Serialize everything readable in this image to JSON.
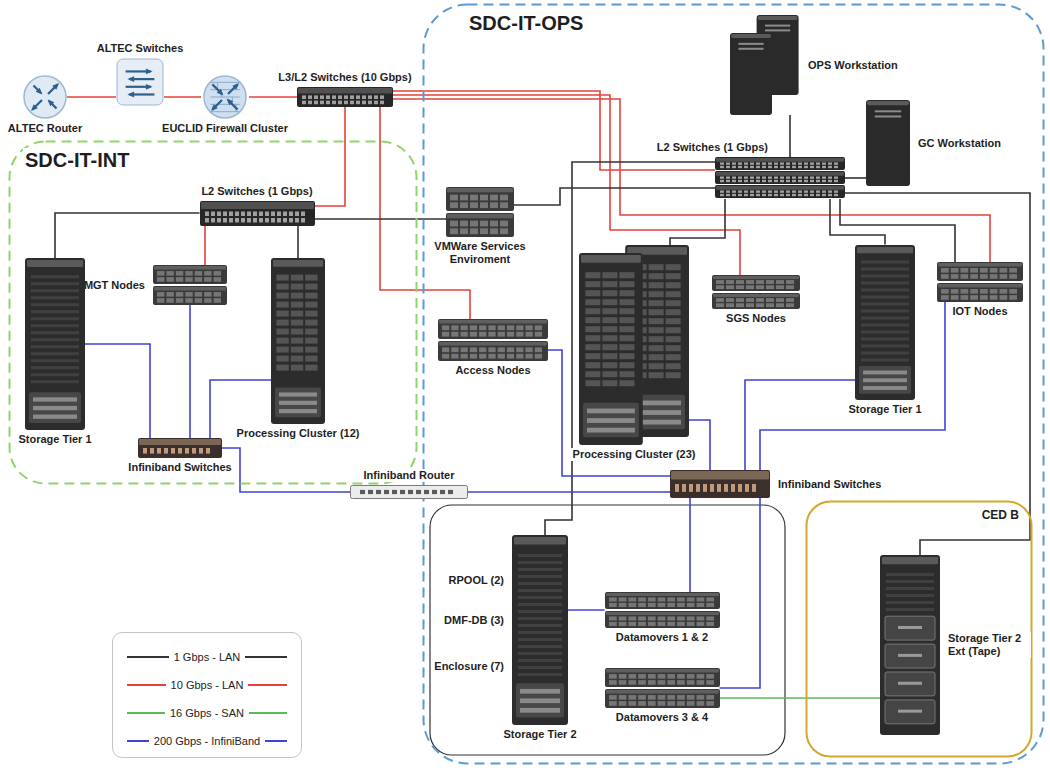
{
  "diagram": {
    "nodes": [
      {
        "text": [
          "ALTEC Router"
        ]
      },
      {
        "text": [
          "ALTEC Switches"
        ]
      },
      {
        "text": [
          "EUCLID Firewall Cluster"
        ]
      },
      {
        "text": [
          "L3/L2 Switches (10 Gbps)"
        ]
      },
      {
        "text": [
          "SDC-IT-OPS"
        ]
      },
      {
        "text": [
          "OPS Workstation"
        ],
        "in": 4
      },
      {
        "text": [
          "GC Workstation"
        ],
        "in": 4
      },
      {
        "text": [
          "L2 Switches (1 Gbps)"
        ],
        "in": 4
      },
      {
        "text": [
          "VMWare Services Enviroment"
        ],
        "in": 4
      },
      {
        "text": [
          "SDC-IT-INT"
        ]
      },
      {
        "text": [
          "L2 Switches (1 Gbps)"
        ],
        "in": 9
      },
      {
        "text": [
          "MGT Nodes"
        ],
        "in": 9
      },
      {
        "text": [
          "Storage Tier 1"
        ],
        "in": 9
      },
      {
        "text": [
          "Processing Cluster (12)"
        ],
        "in": 9
      },
      {
        "text": [
          "Infiniband Switches"
        ],
        "in": 9
      },
      {
        "text": [
          "Access Nodes"
        ],
        "in": 4
      },
      {
        "text": [
          "Processing Cluster (23)"
        ],
        "in": 4
      },
      {
        "text": [
          "SGS Nodes"
        ],
        "in": 4
      },
      {
        "text": [
          "Storage Tier 1"
        ],
        "in": 4
      },
      {
        "text": [
          "IOT Nodes"
        ],
        "in": 4
      },
      {
        "text": [
          "Infiniband Router"
        ]
      },
      {
        "text": [
          "Infiniband Switches"
        ],
        "in": 4
      },
      {
        "text": [
          "Storage Tier 2"
        ],
        "in": 4
      },
      {
        "text": [
          "Datamovers 1 & 2"
        ],
        "in": 4
      },
      {
        "text": [
          "Datamovers 3 & 4"
        ],
        "in": 4
      },
      {
        "text": [
          "CED B"
        ],
        "in": 4
      },
      {
        "text": [
          "Storage Tier 2 Ext (Tape)"
        ],
        "in": 25
      }
    ],
    "edges": [
      {
        "from": 0,
        "to": 1,
        "arrow": "none"
      },
      {
        "from": 1,
        "to": 2,
        "arrow": "none"
      },
      {
        "from": 2,
        "to": 3,
        "arrow": "none"
      },
      {
        "from": 3,
        "to": 10,
        "arrow": "none"
      },
      {
        "from": 3,
        "to": 15,
        "arrow": "none"
      },
      {
        "from": 3,
        "to": 7,
        "arrow": "none"
      },
      {
        "from": 3,
        "to": 17,
        "arrow": "none"
      },
      {
        "from": 3,
        "to": 19,
        "arrow": "none"
      },
      {
        "from": 10,
        "to": 11,
        "arrow": "none"
      },
      {
        "from": 10,
        "to": 12,
        "arrow": "none"
      },
      {
        "from": 10,
        "to": 13,
        "arrow": "none"
      },
      {
        "from": 10,
        "to": 8,
        "arrow": "none"
      },
      {
        "from": 8,
        "to": 7,
        "arrow": "none"
      },
      {
        "from": 7,
        "to": 5,
        "arrow": "none"
      },
      {
        "from": 7,
        "to": 6,
        "arrow": "none"
      },
      {
        "from": 7,
        "to": 16,
        "arrow": "none"
      },
      {
        "from": 7,
        "to": 18,
        "arrow": "none"
      },
      {
        "from": 7,
        "to": 19,
        "arrow": "none"
      },
      {
        "from": 7,
        "to": 22,
        "arrow": "none"
      },
      {
        "from": 7,
        "to": 26,
        "arrow": "none"
      },
      {
        "from": 12,
        "to": 14,
        "arrow": "none"
      },
      {
        "from": 11,
        "to": 14,
        "arrow": "none"
      },
      {
        "from": 13,
        "to": 14,
        "arrow": "none"
      },
      {
        "from": 14,
        "to": 20,
        "arrow": "none"
      },
      {
        "from": 20,
        "to": 21,
        "arrow": "none"
      },
      {
        "from": 15,
        "to": 21,
        "arrow": "none"
      },
      {
        "from": 16,
        "to": 21,
        "arrow": "none"
      },
      {
        "from": 18,
        "to": 21,
        "arrow": "none"
      },
      {
        "from": 19,
        "to": 21,
        "arrow": "none"
      },
      {
        "from": 21,
        "to": 23,
        "arrow": "none"
      },
      {
        "from": 21,
        "to": 24,
        "arrow": "none"
      },
      {
        "from": 22,
        "to": 23,
        "arrow": "none"
      },
      {
        "from": 24,
        "to": 26,
        "arrow": "none"
      }
    ],
    "labels": [
      "RPOOL (2)",
      "DMF-DB (3)",
      "Enclosure (7)"
    ],
    "legend": [
      {
        "text": "1 Gbps - LAN"
      },
      {
        "text": "10 Gbps - LAN"
      },
      {
        "text": "16 Gbps - SAN"
      },
      {
        "text": "200 Gbps - InfiniBand"
      }
    ]
  }
}
